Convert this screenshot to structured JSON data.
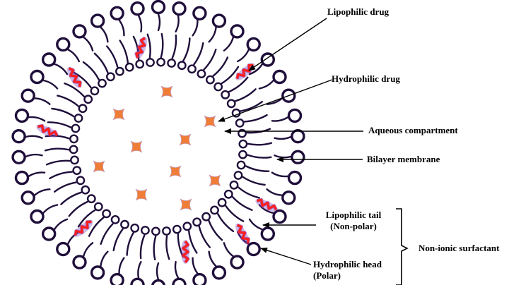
{
  "labels": {
    "lipophilic_drug": "Lipophilic drug",
    "hydrophilic_drug": "Hydrophilic drug",
    "aqueous_compartment": "Aqueous compartment",
    "bilayer_membrane": "Bilayer membrane",
    "lipophilic_tail_line1": "Lipophilic tail",
    "lipophilic_tail_line2": "(Non-polar)",
    "hydrophilic_head_line1": "Hydrophilic head",
    "hydrophilic_head_line2": "(Polar)",
    "non_ionic_surfactant": "Non-ionic surfactant"
  },
  "colors": {
    "membrane": "#1f0f3a",
    "hydrophilic_drug": "#ef7d37",
    "lipophilic_drug": "#ff1f1f",
    "lipophilic_drug_glow": "#7b3fb8"
  }
}
